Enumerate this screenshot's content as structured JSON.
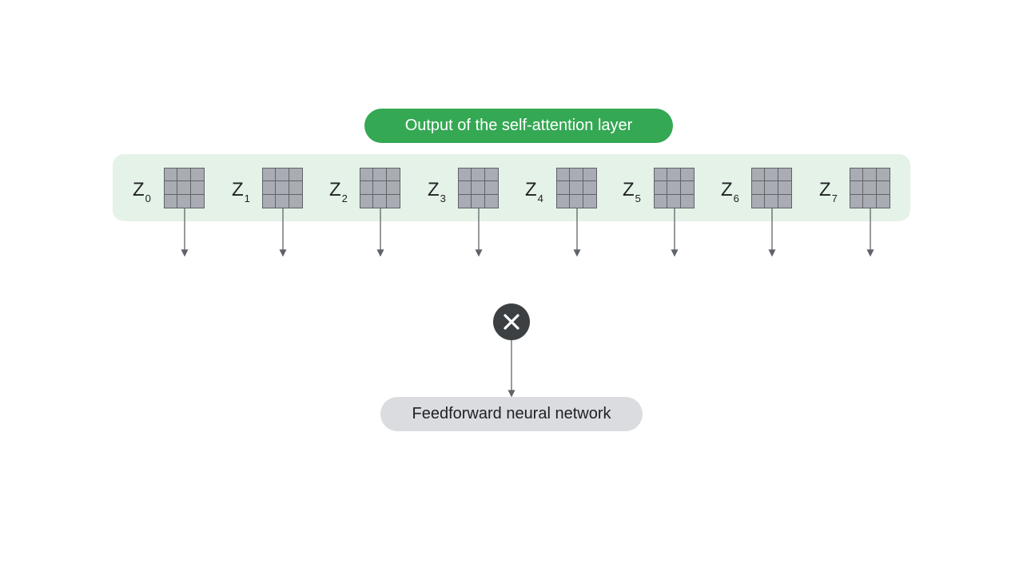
{
  "title": "Output of the self-attention layer",
  "vectors": [
    {
      "letter": "Z",
      "sub": "0"
    },
    {
      "letter": "Z",
      "sub": "1"
    },
    {
      "letter": "Z",
      "sub": "2"
    },
    {
      "letter": "Z",
      "sub": "3"
    },
    {
      "letter": "Z",
      "sub": "4"
    },
    {
      "letter": "Z",
      "sub": "5"
    },
    {
      "letter": "Z",
      "sub": "6"
    },
    {
      "letter": "Z",
      "sub": "7"
    }
  ],
  "operator_icon": "multiply-icon",
  "feedforward_label": "Feedforward neural network",
  "colors": {
    "title_bg": "#34a853",
    "band_bg": "#e5f2e7",
    "matrix_fill": "#a9acb3",
    "operator_bg": "#3c4043",
    "feedforward_bg": "#dadce0"
  }
}
